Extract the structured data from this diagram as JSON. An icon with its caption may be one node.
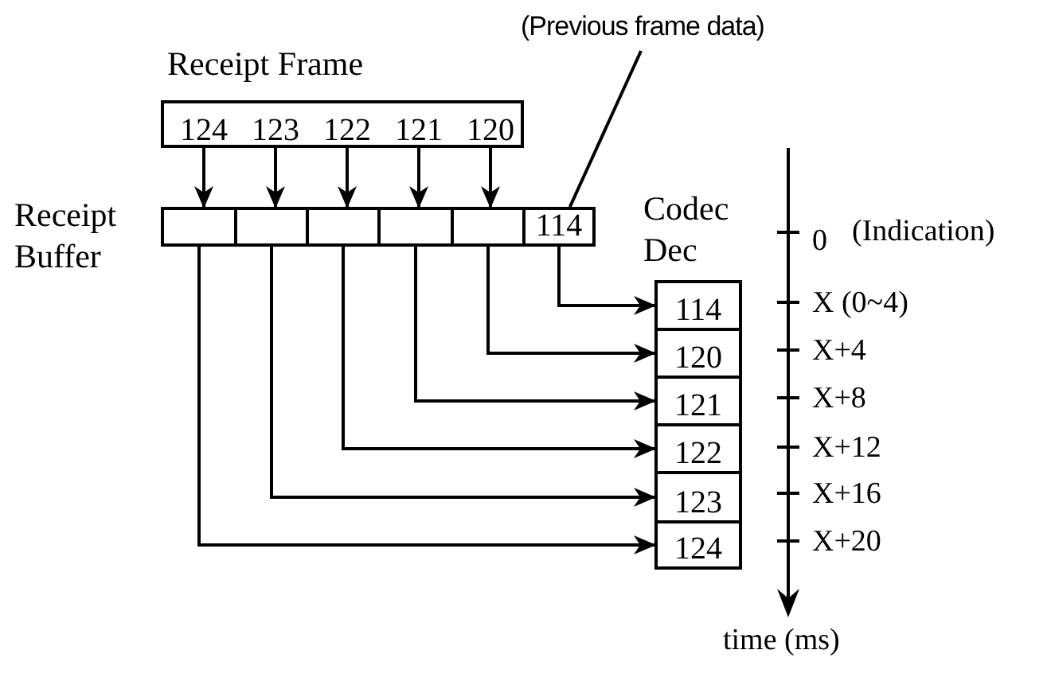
{
  "diagram": {
    "nodes": [
      {
        "text": [
          "Receipt Frame"
        ]
      },
      {
        "text": [
          "124"
        ],
        "in": 0
      },
      {
        "text": [
          "123"
        ],
        "in": 0
      },
      {
        "text": [
          "122"
        ],
        "in": 0
      },
      {
        "text": [
          "121"
        ],
        "in": 0
      },
      {
        "text": [
          "120"
        ],
        "in": 0
      },
      {
        "text": [
          "Receipt Buffer"
        ]
      },
      {
        "text": [],
        "shape": "box",
        "in": 6
      },
      {
        "text": [],
        "shape": "box",
        "in": 6
      },
      {
        "text": [],
        "shape": "box",
        "in": 6
      },
      {
        "text": [],
        "shape": "box",
        "in": 6
      },
      {
        "text": [],
        "shape": "box",
        "in": 6
      },
      {
        "text": [
          "114"
        ],
        "in": 6
      },
      {
        "text": [
          "Codec Dec"
        ]
      },
      {
        "text": [
          "114"
        ],
        "in": 13
      },
      {
        "text": [
          "120"
        ],
        "in": 13
      },
      {
        "text": [
          "121"
        ],
        "in": 13
      },
      {
        "text": [
          "122"
        ],
        "in": 13
      },
      {
        "text": [
          "123"
        ],
        "in": 13
      },
      {
        "text": [
          "124"
        ],
        "in": 13
      },
      {
        "text": [
          "(Previous frame data)"
        ]
      }
    ],
    "edges": [
      {
        "from": 1,
        "to": 7,
        "arrow": "to"
      },
      {
        "from": 2,
        "to": 8,
        "arrow": "to"
      },
      {
        "from": 3,
        "to": 9,
        "arrow": "to"
      },
      {
        "from": 4,
        "to": 10,
        "arrow": "to"
      },
      {
        "from": 5,
        "to": 11,
        "arrow": "to"
      },
      {
        "from": 12,
        "to": 14,
        "arrow": "to"
      },
      {
        "from": 11,
        "to": 15,
        "arrow": "to"
      },
      {
        "from": 10,
        "to": 16,
        "arrow": "to"
      },
      {
        "from": 9,
        "to": 17,
        "arrow": "to"
      },
      {
        "from": 8,
        "to": 18,
        "arrow": "to"
      },
      {
        "from": 7,
        "to": 19,
        "arrow": "to"
      },
      {
        "from": 20,
        "to": 12,
        "arrow": "none"
      }
    ],
    "labels": [
      "0",
      "(Indication)",
      "X (0~4)",
      "X+4",
      "X+8",
      "X+12",
      "X+16",
      "X+20",
      "time (ms)"
    ]
  }
}
